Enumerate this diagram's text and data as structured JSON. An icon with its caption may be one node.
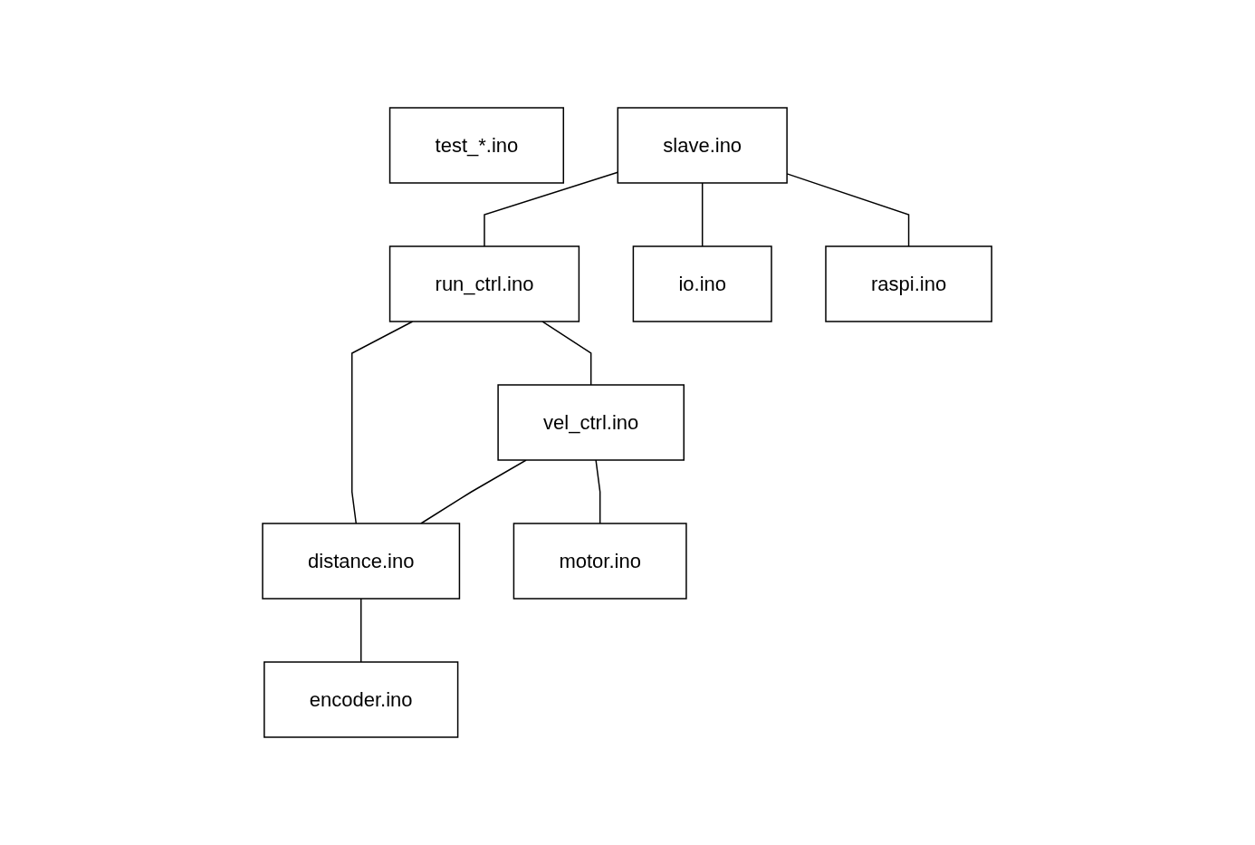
{
  "diagram": {
    "nodes": [
      {
        "text": [
          "test_*.ino"
        ]
      },
      {
        "text": [
          "slave.ino"
        ]
      },
      {
        "text": [
          "run_ctrl.ino"
        ]
      },
      {
        "text": [
          "vel_ctrl.ino"
        ]
      },
      {
        "text": [
          "distance.ino"
        ]
      },
      {
        "text": [
          "encoder.ino"
        ]
      },
      {
        "text": [
          "motor.ino"
        ]
      },
      {
        "text": [
          "io.ino"
        ]
      },
      {
        "text": [
          "raspi.ino"
        ]
      }
    ],
    "edges": [
      {
        "from": 1,
        "to": 2,
        "arrow": "none"
      },
      {
        "from": 1,
        "to": 7,
        "arrow": "none"
      },
      {
        "from": 1,
        "to": 8,
        "arrow": "none"
      },
      {
        "from": 2,
        "to": 3,
        "arrow": "none"
      },
      {
        "from": 2,
        "to": 4,
        "arrow": "none"
      },
      {
        "from": 3,
        "to": 4,
        "arrow": "none"
      },
      {
        "from": 4,
        "to": 5,
        "arrow": "none"
      },
      {
        "from": 3,
        "to": 6,
        "arrow": "none"
      }
    ]
  }
}
